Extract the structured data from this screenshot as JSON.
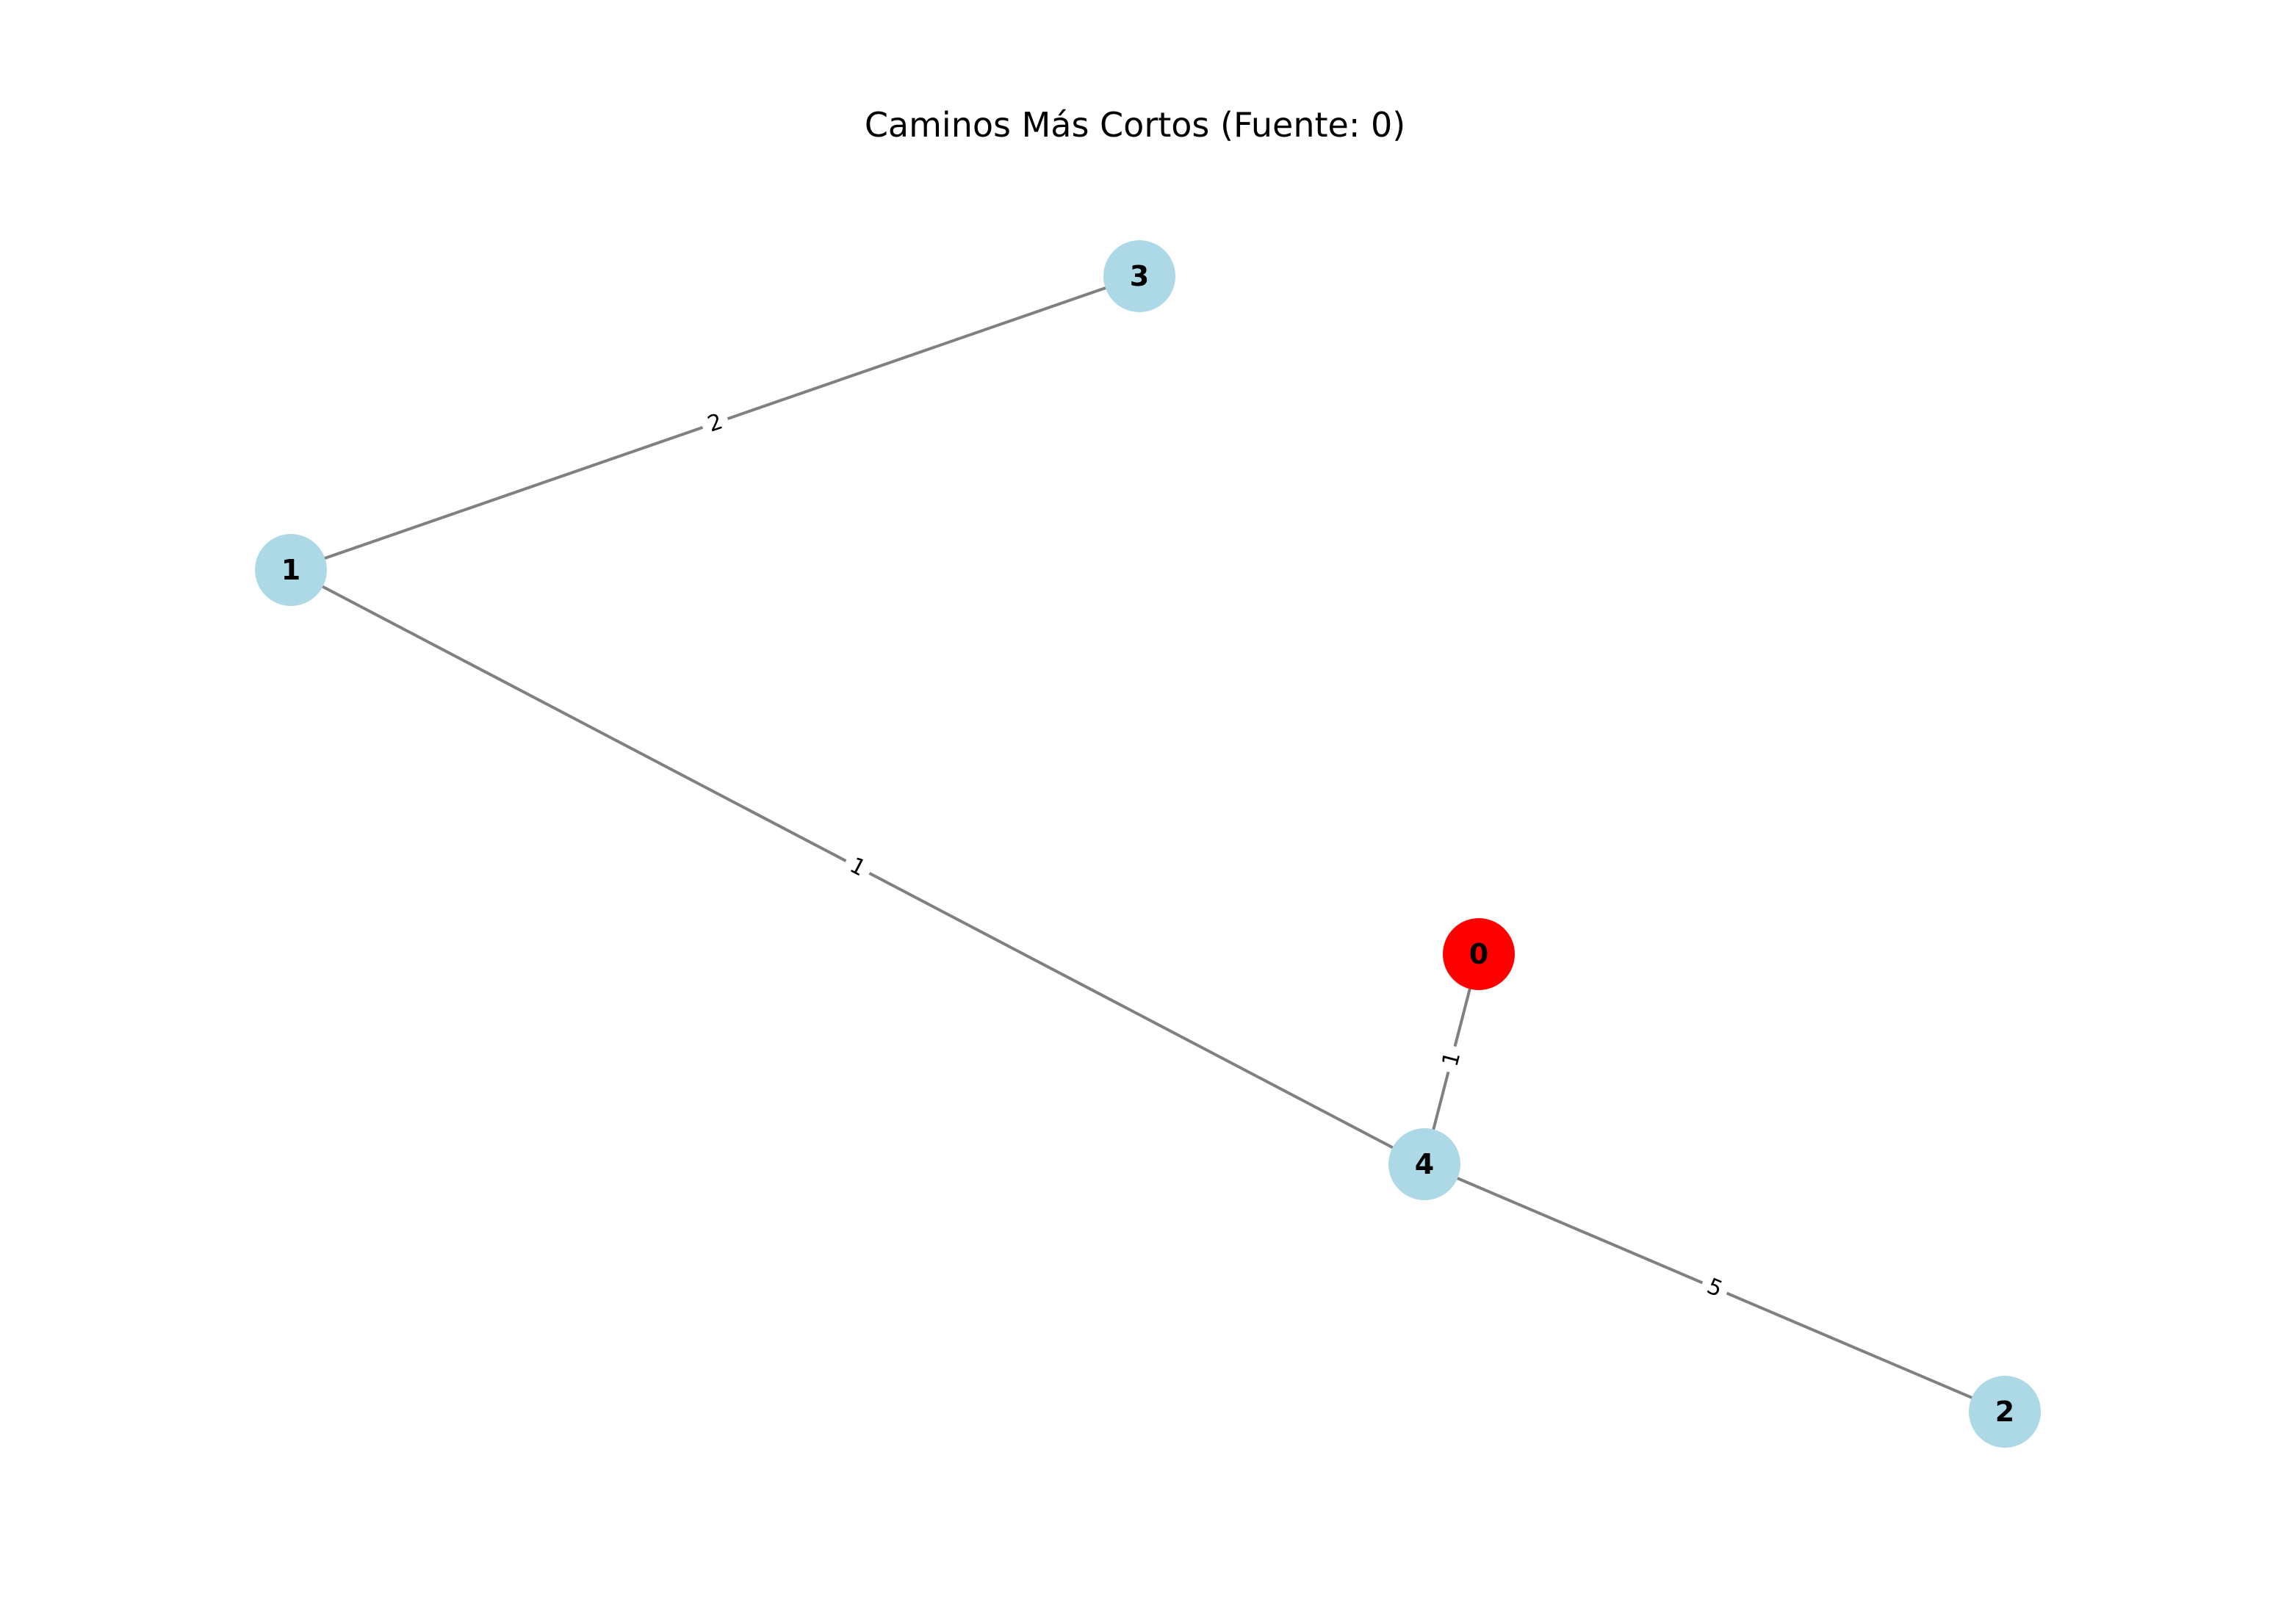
{
  "title": "Caminos Más Cortos (Fuente: 0)",
  "colors": {
    "source_node": "#ff0000",
    "node": "#add8e6",
    "edge": "#808080"
  },
  "graph": {
    "source": "0",
    "nodes": [
      {
        "id": "0",
        "label": "0",
        "is_source": true
      },
      {
        "id": "1",
        "label": "1",
        "is_source": false
      },
      {
        "id": "2",
        "label": "2",
        "is_source": false
      },
      {
        "id": "3",
        "label": "3",
        "is_source": false
      },
      {
        "id": "4",
        "label": "4",
        "is_source": false
      }
    ],
    "edges": [
      {
        "from": "1",
        "to": "3",
        "weight": "2"
      },
      {
        "from": "1",
        "to": "4",
        "weight": "1"
      },
      {
        "from": "0",
        "to": "4",
        "weight": "1"
      },
      {
        "from": "4",
        "to": "2",
        "weight": "5"
      }
    ]
  }
}
